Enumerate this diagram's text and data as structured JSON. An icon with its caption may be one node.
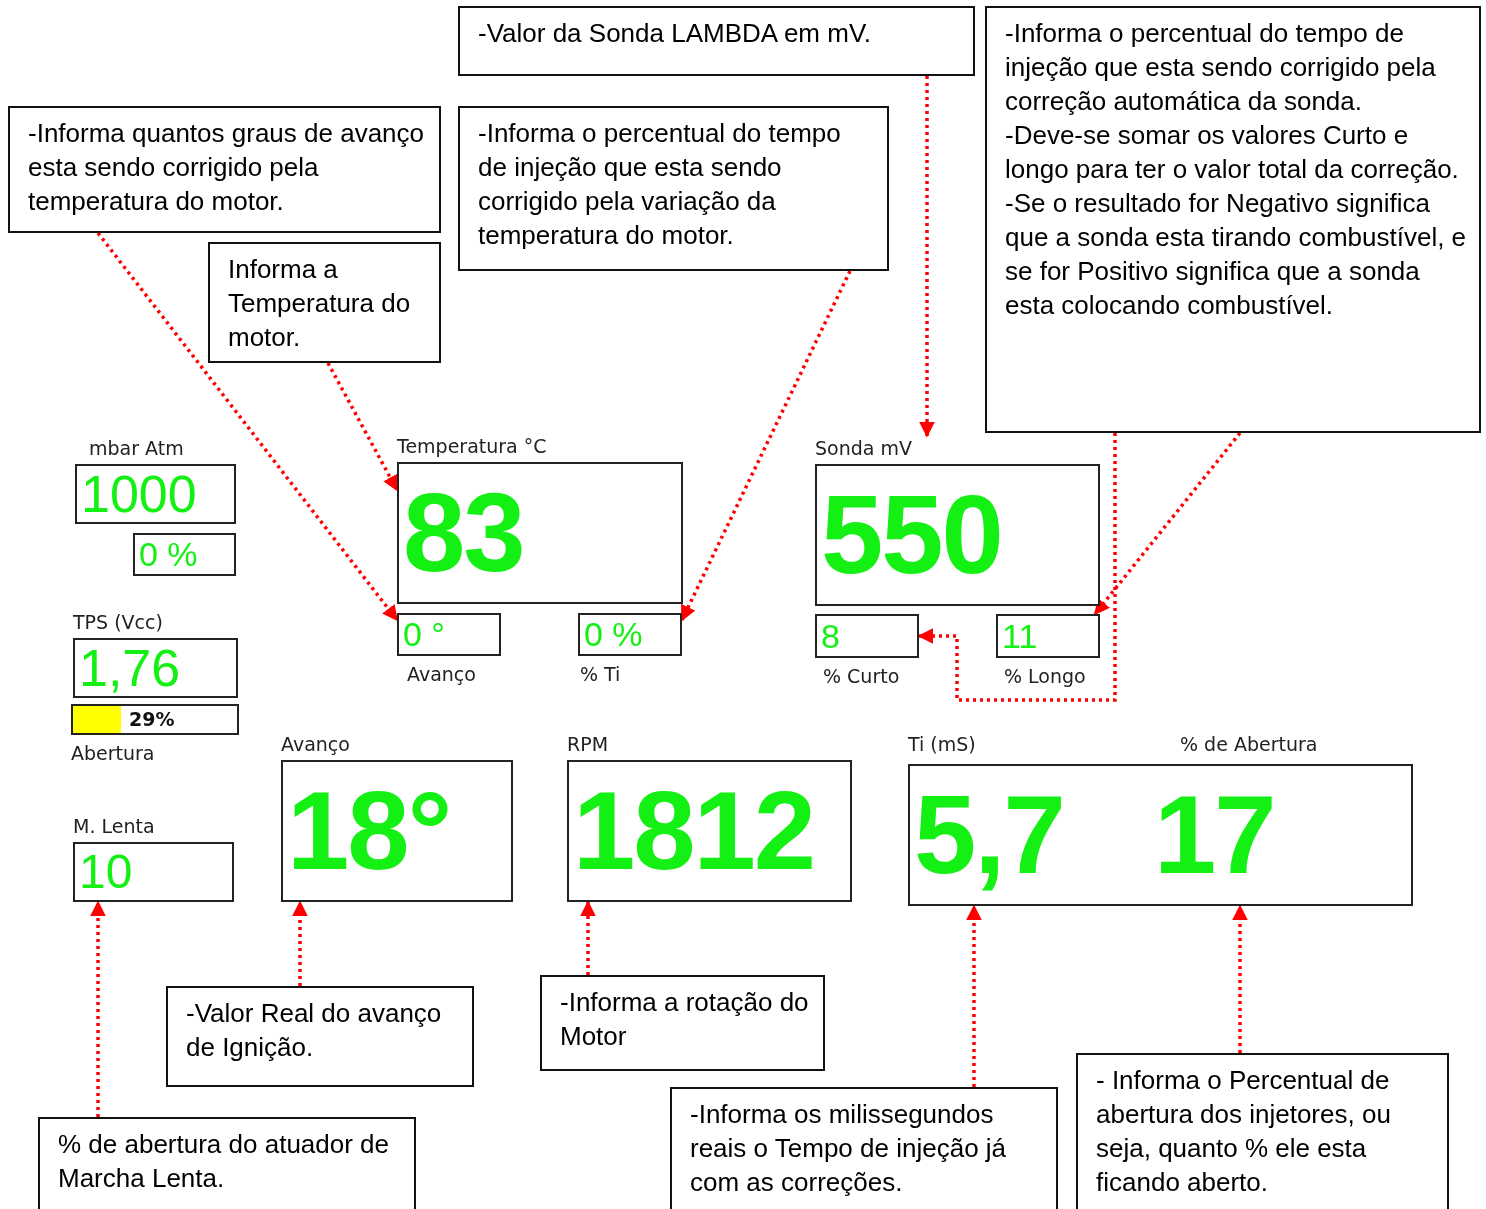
{
  "diagram": {
    "nodes": [
      {
        "text": [
          "-Valor da Sonda LAMBDA em mV."
        ]
      },
      {
        "text": [
          "-Informa quantos graus de avanço esta sendo corrigido pela temperatura do motor."
        ]
      },
      {
        "text": [
          "-Informa o percentual do tempo de injeção que esta sendo corrigido pela variação da temperatura do motor."
        ]
      },
      {
        "text": [
          "-Informa o percentual do tempo de injeção que esta sendo corrigido pela correção automática da sonda.",
          "-Deve-se somar os valores Curto e longo para ter o valor total da correção.",
          "-Se o resultado for Negativo significa que a sonda esta tirando combustível, e se for Positivo significa que a sonda esta colocando combustível."
        ]
      },
      {
        "text": [
          "Informa a Temperatura do motor."
        ]
      },
      {
        "text": [
          "mbar Atm",
          "1000"
        ]
      },
      {
        "text": [
          "0 %"
        ]
      },
      {
        "text": [
          "Temperatura °C",
          "83"
        ]
      },
      {
        "text": [
          "0 °"
        ],
        "beside": [
          "Avanço"
        ]
      },
      {
        "text": [
          "0 %"
        ],
        "beside": [
          "% Ti"
        ]
      },
      {
        "text": [
          "Sonda mV",
          "550"
        ]
      },
      {
        "text": [
          "8"
        ],
        "beside": [
          "% Curto"
        ]
      },
      {
        "text": [
          "11"
        ],
        "beside": [
          "% Longo"
        ]
      },
      {
        "text": [
          "TPS (Vcc)",
          "1,76"
        ]
      },
      {
        "text": [
          "29%"
        ],
        "beside": [
          "Abertura"
        ]
      },
      {
        "text": [
          "M. Lenta",
          "10"
        ]
      },
      {
        "text": [
          "Avanço",
          "18°"
        ]
      },
      {
        "text": [
          "RPM",
          "1812"
        ]
      },
      {
        "text": [
          "Ti (mS)",
          "% de Abertura",
          "5,7",
          "17"
        ]
      },
      {
        "text": [
          "% de abertura do atuador de Marcha Lenta."
        ]
      },
      {
        "text": [
          "-Valor Real do avanço de Ignição."
        ]
      },
      {
        "text": [
          "-Informa a rotação do Motor"
        ]
      },
      {
        "text": [
          "-Informa os milissegundos reais o Tempo de injeção já com as correções."
        ]
      },
      {
        "text": [
          "- Informa o Percentual de abertura dos injetores, ou seja, quanto % ele esta ficando aberto."
        ]
      }
    ],
    "edges": [
      {
        "from": 1,
        "to": 8,
        "arrow": "to",
        "style": "dashed"
      },
      {
        "from": 4,
        "to": 7,
        "arrow": "to",
        "style": "dashed"
      },
      {
        "from": 2,
        "to": 9,
        "arrow": "to",
        "style": "dashed"
      },
      {
        "from": 0,
        "to": 10,
        "arrow": "to",
        "style": "dashed"
      },
      {
        "from": 3,
        "to": 11,
        "arrow": "to",
        "style": "dashed"
      },
      {
        "from": 3,
        "to": 12,
        "arrow": "to",
        "style": "dashed"
      },
      {
        "from": 19,
        "to": 15,
        "arrow": "to",
        "style": "dashed"
      },
      {
        "from": 20,
        "to": 16,
        "arrow": "to",
        "style": "dashed"
      },
      {
        "from": 21,
        "to": 17,
        "arrow": "to",
        "style": "dashed"
      },
      {
        "from": 22,
        "to": 18,
        "arrow": "to",
        "style": "dashed"
      },
      {
        "from": 23,
        "to": 18,
        "arrow": "to",
        "style": "dashed"
      }
    ]
  }
}
